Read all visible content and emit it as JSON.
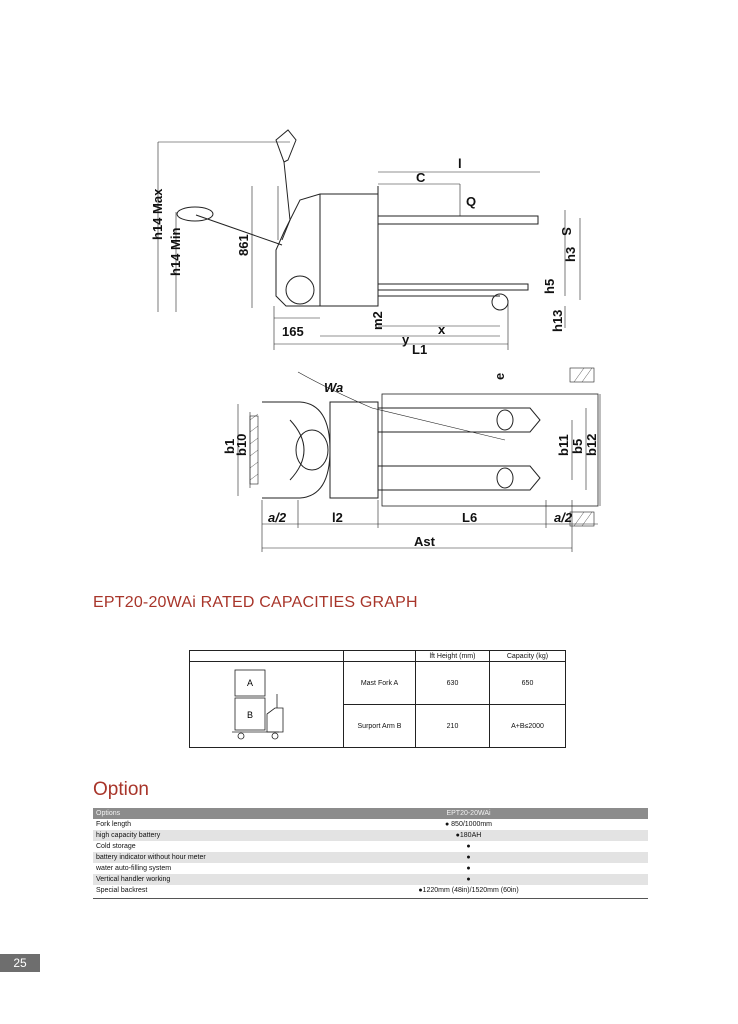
{
  "side_view": {
    "labels": {
      "l": "l",
      "c": "C",
      "q": "Q",
      "s": "S",
      "h3": "h3",
      "h5": "h5",
      "h13": "h13",
      "h14max": "h14 Max",
      "h14min": "h14 Min",
      "l861": "861",
      "m2": "m2",
      "x": "x",
      "y": "y",
      "l1": "L1",
      "d165": "165"
    }
  },
  "top_view": {
    "labels": {
      "wa": "Wa",
      "e": "e",
      "b1": "b1",
      "b10": "b10",
      "b11": "b11",
      "b5": "b5",
      "b12": "b12",
      "a2_left": "a/2",
      "l2": "l2",
      "l6": "L6",
      "a2_right": "a/2",
      "ast": "Ast"
    }
  },
  "capacities": {
    "title": "EPT20-20WAi RATED CAPACITIES GRAPH",
    "header": {
      "lift_height": "lft Height (mm)",
      "capacity": "Capacity (kg)"
    },
    "rows": [
      {
        "label": "Mast Fork A",
        "height": "630",
        "capacity": "650"
      },
      {
        "label": "Surport Arm B",
        "height": "210",
        "capacity": "A+B≤2000"
      }
    ],
    "figure": {
      "box_a": "A",
      "box_b": "B"
    }
  },
  "options": {
    "title": "Option",
    "header": {
      "col1": "Options",
      "col2": "EPT20-20WAi"
    },
    "rows": [
      {
        "name": "Fork length",
        "value": "● 850/1000mm"
      },
      {
        "name": "high capacity battery",
        "value": "●180AH"
      },
      {
        "name": "Cold storage",
        "value": "●"
      },
      {
        "name": "battery indicator without hour meter",
        "value": "●"
      },
      {
        "name": "water auto-filling system",
        "value": "●"
      },
      {
        "name": "Vertical handler working",
        "value": "●"
      },
      {
        "name": "Special backrest",
        "value": "●1220mm (48in)/1520mm (60in)"
      }
    ]
  },
  "page_number": "25"
}
